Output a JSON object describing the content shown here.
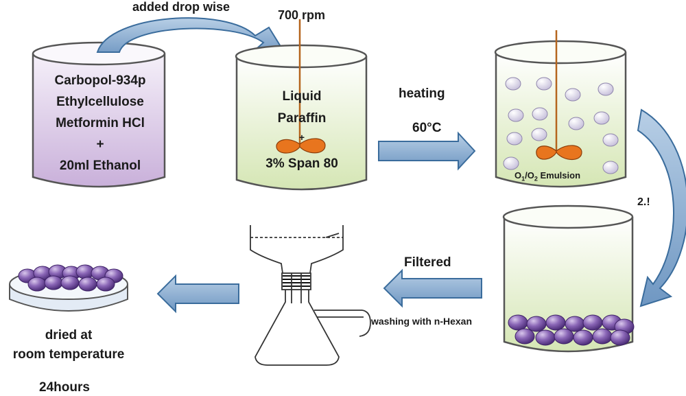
{
  "step1": {
    "lines": [
      "Carbopol-934p",
      "Ethylcellulose",
      "Metformin HCl",
      "+",
      "20ml Ethanol"
    ]
  },
  "arrow_top": {
    "label": "added drop wise"
  },
  "step2": {
    "stir_label": "700 rpm",
    "line1": "Liquid",
    "line2": "Paraffin",
    "plus": "+",
    "line3": "3% Span 80"
  },
  "arrow_heat": {
    "label": "heating",
    "temp": "60°C"
  },
  "step3": {
    "label_main": "O",
    "sub1": "1",
    "slash": "/O",
    "sub2": "2",
    "label_tail": " Emulsion"
  },
  "arrow_curve": {
    "label": "2.!"
  },
  "step5": {
    "label": "washing with n-Hexan"
  },
  "arrow_filter": {
    "label": "Filtered"
  },
  "step6": {
    "line1": "dried at",
    "line2": "room temperature",
    "line3": "24hours"
  },
  "colors": {
    "beaker_purple": "#cdb6dc",
    "beaker_green": "#e6f0cf",
    "arrow_blue": "#8fb1d3",
    "bead_purple": "#7b55a8",
    "bubble": "#e7e3f0",
    "impeller": "#e8751e"
  }
}
